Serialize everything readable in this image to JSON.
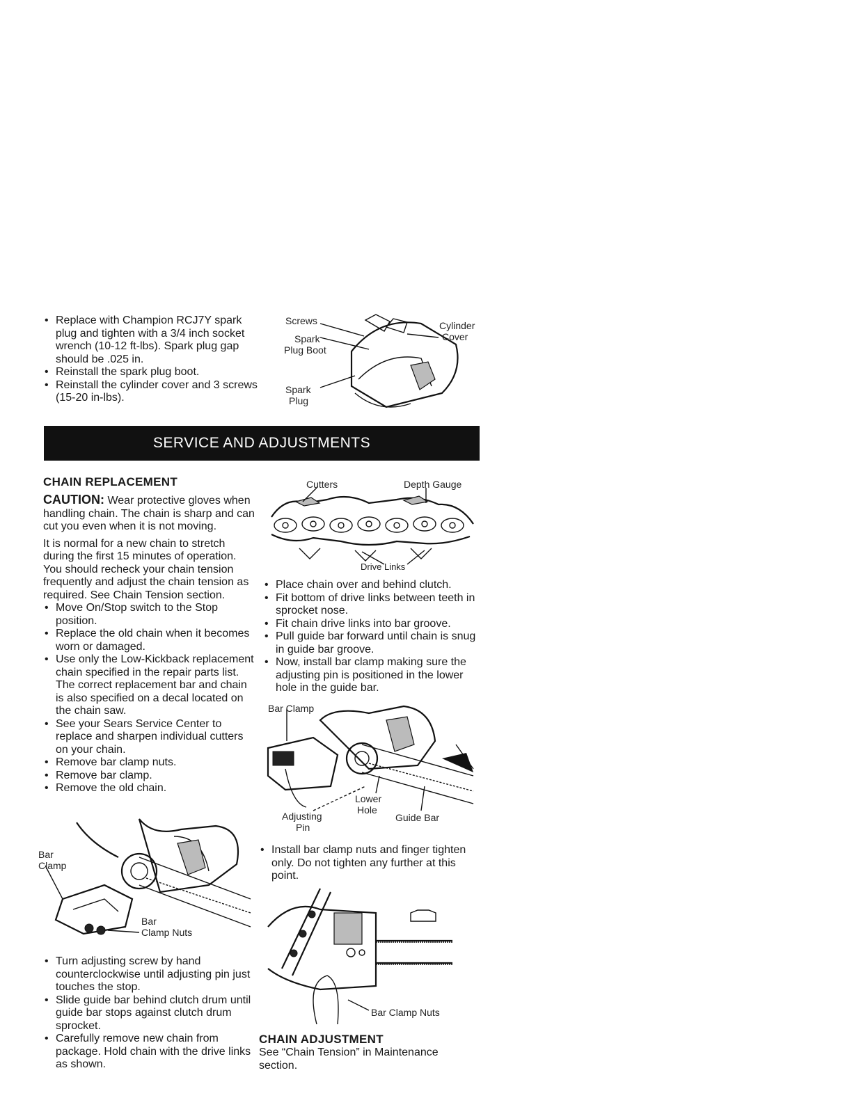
{
  "top_bullets": [
    "Replace with Champion RCJ7Y spark plug and tighten with a 3/4 inch socket wrench (10-12 ft-lbs). Spark plug gap should be .025 in.",
    "Reinstall the spark plug boot.",
    "Reinstall the cylinder cover and 3 screws (15-20 in-lbs)."
  ],
  "fig_spark": {
    "screws": "Screws",
    "spark_plug_boot_1": "Spark",
    "spark_plug_boot_2": "Plug Boot",
    "spark_plug_1": "Spark",
    "spark_plug_2": "Plug",
    "cylinder_cover_1": "Cylinder",
    "cylinder_cover_2": "Cover"
  },
  "banner": "SERVICE AND ADJUSTMENTS",
  "chain_replacement": {
    "heading": "CHAIN REPLACEMENT",
    "caution_label": "CAUTION:",
    "caution_text": "Wear protective gloves when handling chain. The chain is sharp and can cut you even when it is not moving.",
    "intro": "It is normal for a new chain to stretch during the first 15 minutes of operation. You should recheck your chain tension frequently and adjust the chain tension as required. See Chain Tension section.",
    "bullets": [
      "Move On/Stop switch to the Stop position.",
      "Replace the old chain when it becomes worn or damaged.",
      "Use only the Low-Kickback replacement chain specified in the repair parts list. The correct replacement bar and chain is also specified on a decal located on the chain saw.",
      "See your Sears Service Center to replace and sharpen individual cutters on your chain.",
      "Remove bar clamp nuts.",
      "Remove bar clamp.",
      "Remove the old chain."
    ]
  },
  "fig_bar_clamp": {
    "bar_clamp_1": "Bar",
    "bar_clamp_2": "Clamp",
    "nuts_1": "Bar",
    "nuts_2": "Clamp Nuts"
  },
  "left_bottom_bullets": [
    "Turn adjusting screw by hand counterclockwise until adjusting pin just touches the stop.",
    "Slide guide bar behind clutch drum until guide bar stops against clutch drum sprocket.",
    "Carefully remove new chain from package. Hold chain with the drive links as shown."
  ],
  "fig_chain": {
    "cutters": "Cutters",
    "depth_gauge": "Depth Gauge",
    "drive_links": "Drive Links"
  },
  "right_bullets": [
    "Place chain over and behind clutch.",
    "Fit bottom of drive links between teeth in sprocket nose.",
    "Fit chain drive links into bar groove.",
    "Pull guide bar forward until chain is snug in guide bar groove.",
    "Now, install bar clamp making sure the adjusting pin is positioned in the lower hole in the guide bar."
  ],
  "fig_guide_bar": {
    "bar_clamp": "Bar Clamp",
    "adjusting_pin_1": "Adjusting",
    "adjusting_pin_2": "Pin",
    "lower_hole_1": "Lower",
    "lower_hole_2": "Hole",
    "guide_bar": "Guide Bar"
  },
  "install_bullet": "Install bar clamp nuts and finger tighten only. Do not tighten any further at this point.",
  "fig_nuts": {
    "bar_clamp_nuts": "Bar Clamp Nuts"
  },
  "chain_adjustment": {
    "heading": "CHAIN ADJUSTMENT",
    "text": "See “Chain Tension” in Maintenance section."
  }
}
